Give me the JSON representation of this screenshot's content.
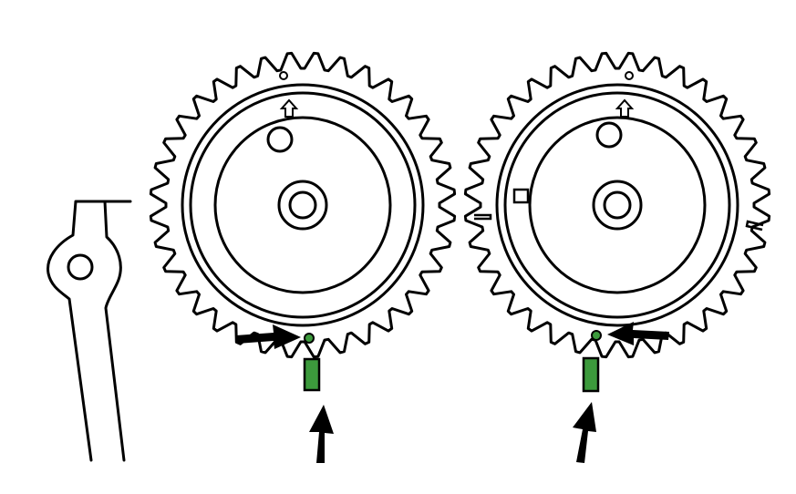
{
  "figure": {
    "background": "#ffffff",
    "line_color": "#000000",
    "marker_color": "#3c9a3c",
    "items": [
      "left-bracket-arm",
      "left-camshaft-gear",
      "right-camshaft-gear",
      "left-timing-mark-arrow",
      "right-timing-mark-arrow",
      "left-sensor-pointer-arrow",
      "right-sensor-pointer-arrow"
    ],
    "gears": [
      {
        "id": "left",
        "teeth": 36
      },
      {
        "id": "right",
        "teeth": 36
      }
    ]
  }
}
